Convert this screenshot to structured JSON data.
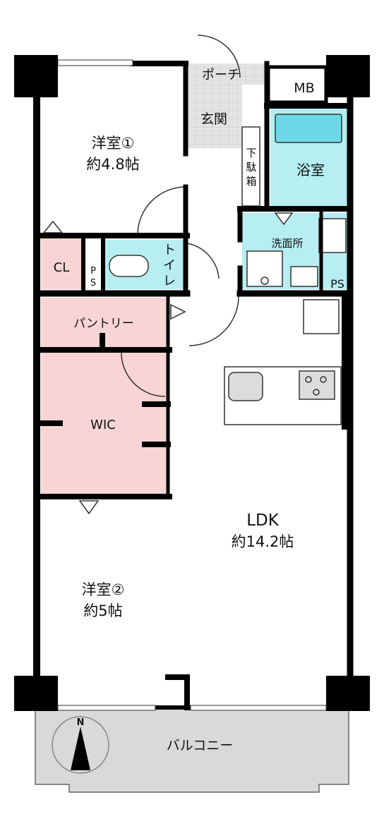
{
  "rooms": {
    "bedroom1": {
      "name": "洋室①",
      "size": "約4.8帖"
    },
    "bedroom2": {
      "name": "洋室②",
      "size": "約5帖"
    },
    "ldk": {
      "name": "LDK",
      "size": "約14.2帖"
    },
    "entrance": "玄関",
    "porch": "ポーチ",
    "mb": "MB",
    "bath": "浴室",
    "shoe_box": [
      "下",
      "駄",
      "箱"
    ],
    "washroom": "洗面所",
    "toilet": [
      "ト",
      "イ",
      "レ"
    ],
    "cl": "CL",
    "ps_small": [
      "P",
      "S"
    ],
    "ps": "PS",
    "pantry": "パントリー",
    "wic": "WIC",
    "balcony": "バルコニー"
  },
  "compass": {
    "north": "N"
  },
  "colors": {
    "wall": "#000000",
    "bedroom": "#ffffff",
    "storage": "#f8d4d4",
    "wet_area": "#b6eef2",
    "entrance": "#e3e3e3",
    "balcony": "#d9d9d9"
  }
}
